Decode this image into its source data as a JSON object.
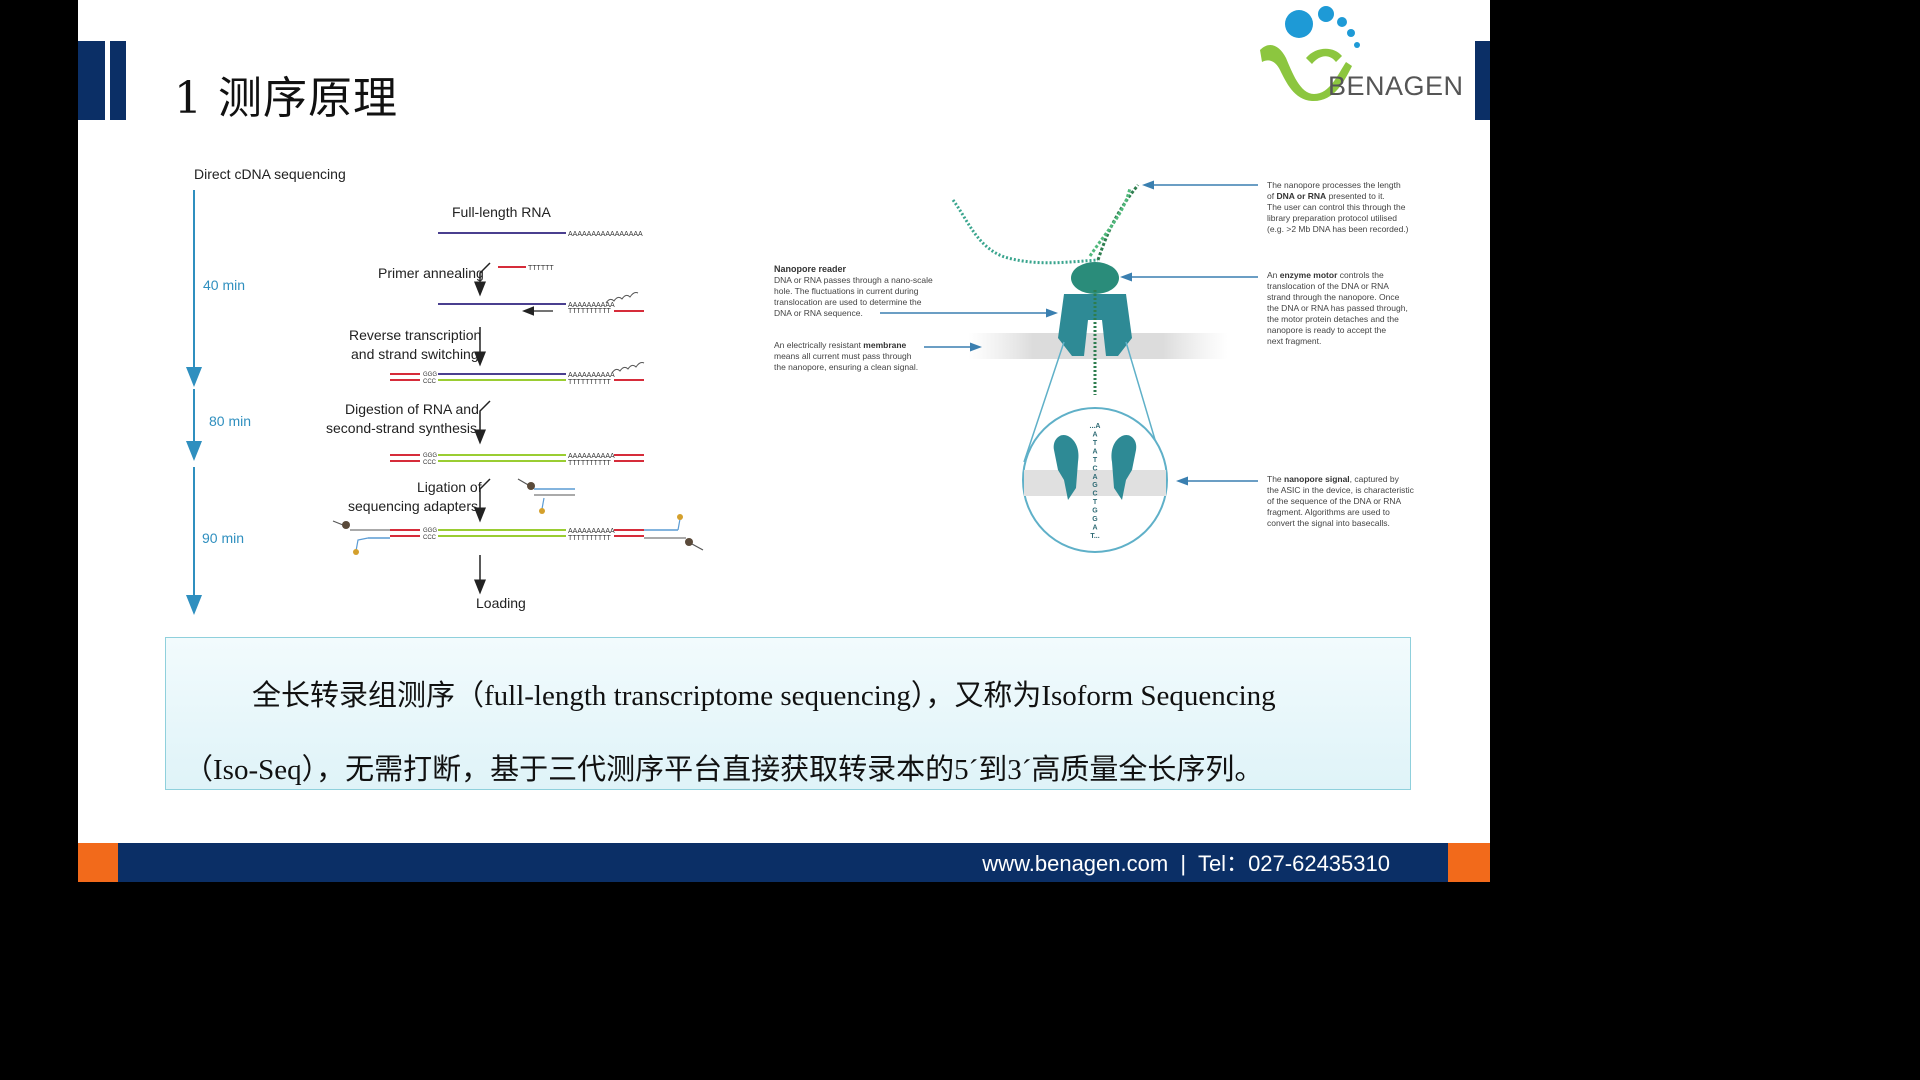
{
  "slide": {
    "title": "1 测序原理",
    "logo_text": "BENAGEN",
    "colors": {
      "navy": "#0b2f66",
      "orange": "#f26a1b",
      "teal": "#2e8a95",
      "arrow_blue": "#3a7fb0"
    }
  },
  "workflow": {
    "heading": "Direct cDNA sequencing",
    "times": [
      "40 min",
      "80 min",
      "90 min"
    ],
    "steps": {
      "full_length_rna": "Full-length RNA",
      "primer_annealing": "Primer annealing",
      "rt_line1": "Reverse transcription",
      "rt_line2": "and strand switching",
      "digest_line1": "Digestion of RNA and",
      "digest_line2": "second-strand synthesis",
      "ligation_line1": "Ligation of",
      "ligation_line2": "sequencing adapters",
      "loading": "Loading"
    },
    "polyA": "AAAAAAAAAAAAAAAA",
    "polyA_short": "AAAAAAAAAA",
    "polyT": "TTTTTT",
    "polyT_long": "TTTTTTTTTT",
    "ggg": "GGG",
    "ccc": "CCC"
  },
  "nanopore": {
    "reader": {
      "title": "Nanopore reader",
      "lines": [
        "DNA or RNA passes through a nano-scale",
        "hole. The fluctuations in current during",
        "translocation are used to determine the",
        "DNA or RNA sequence."
      ]
    },
    "membrane": {
      "prefix": "An electrically resistant ",
      "bold": "membrane",
      "lines": [
        "means all current must pass through",
        "the nanopore, ensuring a clean signal."
      ]
    },
    "length": {
      "line1": "The nanopore processes the length",
      "line2_pre": "of ",
      "line2_bold": "DNA or RNA",
      "line2_post": " presented to it.",
      "lines": [
        "The user can control this through the",
        "library preparation protocol utilised",
        "(e.g. >2 Mb DNA has been recorded.)"
      ]
    },
    "enzyme": {
      "prefix": "An ",
      "bold": "enzyme motor",
      "suffix": " controls the",
      "lines": [
        "translocation of the DNA or RNA",
        "strand through the nanopore. Once",
        "the DNA or RNA has passed through,",
        "the motor protein detaches and the",
        "nanopore is ready to accept the",
        "next fragment."
      ]
    },
    "signal": {
      "prefix": "The ",
      "bold": "nanopore signal",
      "suffix": ", captured by",
      "lines": [
        "the ASIC in the device, is characteristic",
        "of the sequence of the DNA or RNA",
        "fragment. Algorithms are used to",
        "convert the signal into basecalls."
      ]
    },
    "bases": [
      "...A",
      "A",
      "T",
      "A",
      "T",
      "C",
      "A",
      "G",
      "C",
      "T",
      "G",
      "G",
      "A",
      "T..."
    ]
  },
  "description": {
    "line1": "全长转录组测序（full-length transcriptome sequencing），又称为Isoform Sequencing",
    "line2": "（Iso-Seq），无需打断，基于三代测序平台直接获取转录本的5´到3´高质量全长序列。"
  },
  "footer": {
    "text": "www.benagen.com  |  Tel：027-62435310"
  }
}
